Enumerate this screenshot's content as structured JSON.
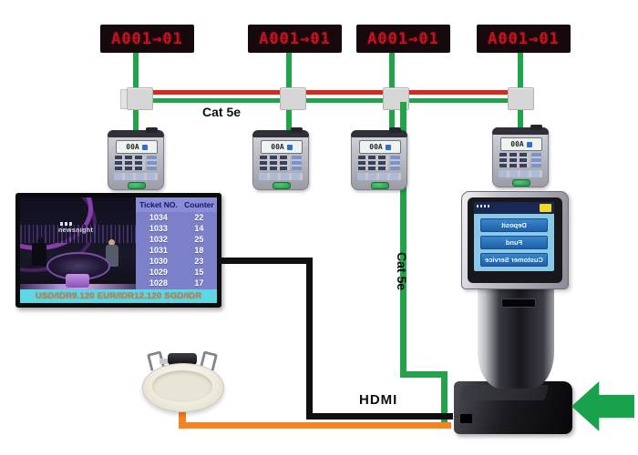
{
  "labels": {
    "bus_cable": "Cat 5e",
    "kiosk_cable": "Cat 5e",
    "hdmi": "HDMI"
  },
  "led_displays": [
    {
      "text": "A001→01"
    },
    {
      "text": "A001→01"
    },
    {
      "text": "A001→01"
    },
    {
      "text": "A001→01"
    }
  ],
  "keypads": [
    {
      "lcd": "00A"
    },
    {
      "lcd": "00A"
    },
    {
      "lcd": "00A"
    },
    {
      "lcd": "00A"
    }
  ],
  "tv": {
    "studio_caption": "newsnight",
    "table": {
      "headers": [
        "Ticket NO.",
        "Counter"
      ],
      "rows": [
        [
          "1034",
          "22"
        ],
        [
          "1033",
          "14"
        ],
        [
          "1032",
          "25"
        ],
        [
          "1031",
          "18"
        ],
        [
          "1030",
          "23"
        ],
        [
          "1029",
          "15"
        ],
        [
          "1028",
          "17"
        ]
      ]
    },
    "ticker": "USD/IDR9.120 EUR/IDR12.120 SGD/IDR"
  },
  "kiosk": {
    "screen_buttons": [
      "Deposit",
      "Fund",
      "Customer Service"
    ],
    "text_mirrored": true
  },
  "colors": {
    "cable_green": "#21a349",
    "bus_red": "#d8291f",
    "cable_orange": "#f5831f",
    "cable_black": "#101010",
    "led_red": "#d01322",
    "arrow_green": "#18a24b",
    "panel_blue": "#7b80c8",
    "ticker_cyan": "#5ed7e4",
    "kiosk_screen_blue": "#8ac8e8"
  }
}
